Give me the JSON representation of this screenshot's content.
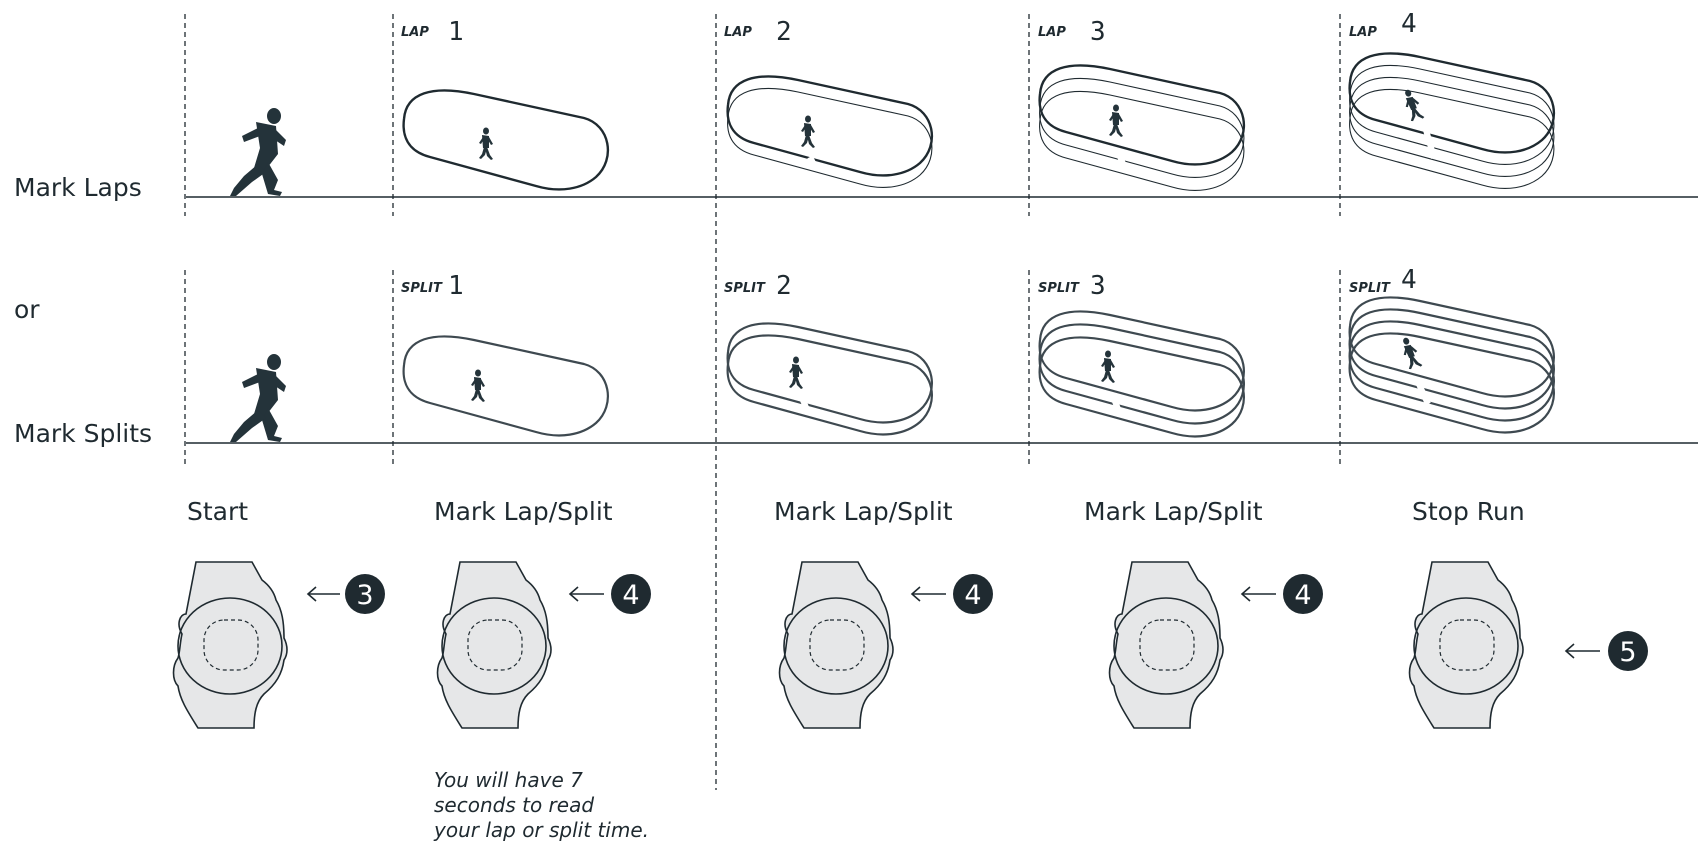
{
  "rows": {
    "laps_label": "Mark Laps",
    "or_label": "or",
    "splits_label": "Mark Splits"
  },
  "lap_tags": [
    {
      "tag": "LAP",
      "digit": "1"
    },
    {
      "tag": "LAP",
      "digit": "2"
    },
    {
      "tag": "LAP",
      "digit": "3"
    },
    {
      "tag": "LAP",
      "digit": "4"
    }
  ],
  "split_tags": [
    {
      "tag": "SPLIT",
      "digit": "1"
    },
    {
      "tag": "SPLIT",
      "digit": "2"
    },
    {
      "tag": "SPLIT",
      "digit": "3"
    },
    {
      "tag": "SPLIT",
      "digit": "4"
    }
  ],
  "steps": [
    {
      "title": "Start",
      "button": "3"
    },
    {
      "title": "Mark Lap/Split",
      "button": "4"
    },
    {
      "title": "Mark Lap/Split",
      "button": "4"
    },
    {
      "title": "Mark Lap/Split",
      "button": "4"
    },
    {
      "title": "Stop Run",
      "button": "5"
    }
  ],
  "note": {
    "line1": "You will have 7",
    "line2": "seconds to read",
    "line3": "your lap or split time."
  },
  "icons": [
    "runner-icon",
    "track-icon",
    "watch-icon",
    "arrow-icon"
  ],
  "colors": {
    "ink": "#1f2a30",
    "watch_fill": "#e6e7e8",
    "badge": "#1f2a30"
  }
}
